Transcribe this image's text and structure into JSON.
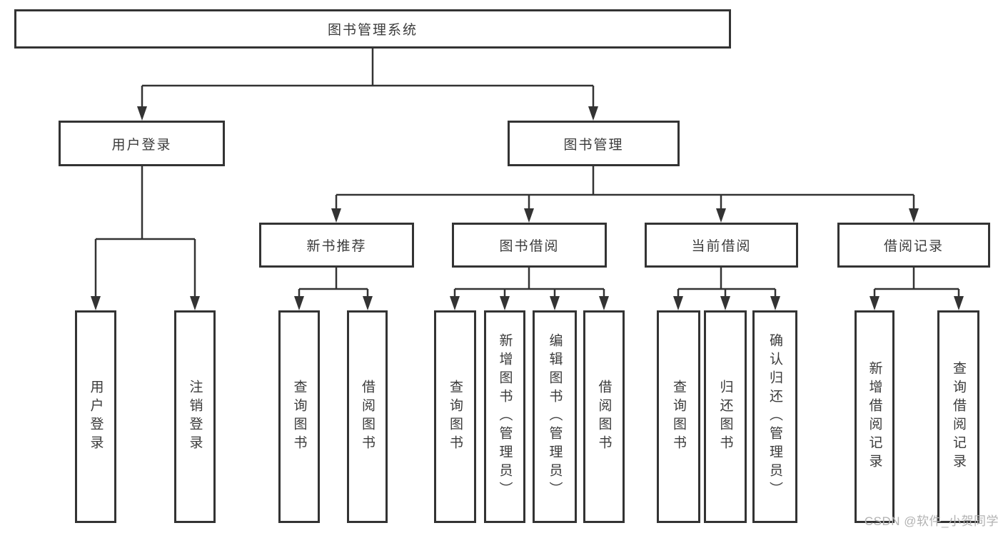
{
  "diagram": {
    "root": {
      "label": "图书管理系统"
    },
    "user_login": {
      "label": "用户登录",
      "children": [
        {
          "label": "用户登录"
        },
        {
          "label": "注销登录"
        }
      ]
    },
    "book_mgmt": {
      "label": "图书管理",
      "children": [
        {
          "label": "新书推荐",
          "children": [
            {
              "label": "查询图书"
            },
            {
              "label": "借阅图书"
            }
          ]
        },
        {
          "label": "图书借阅",
          "children": [
            {
              "label": "查询图书"
            },
            {
              "label": "新增图书（管理员）"
            },
            {
              "label": "编辑图书（管理员）"
            },
            {
              "label": "借阅图书"
            }
          ]
        },
        {
          "label": "当前借阅",
          "children": [
            {
              "label": "查询图书"
            },
            {
              "label": "归还图书"
            },
            {
              "label": "确认归还（管理员）"
            }
          ]
        },
        {
          "label": "借阅记录",
          "children": [
            {
              "label": "新增借阅记录"
            },
            {
              "label": "查询借阅记录"
            }
          ]
        }
      ]
    },
    "watermark": "CSDN @软件_小贺同学",
    "colors": {
      "line": "#333333",
      "text": "#3b3b3b",
      "box_fill": "#ffffff",
      "watermark": "#b2b2b2"
    }
  }
}
